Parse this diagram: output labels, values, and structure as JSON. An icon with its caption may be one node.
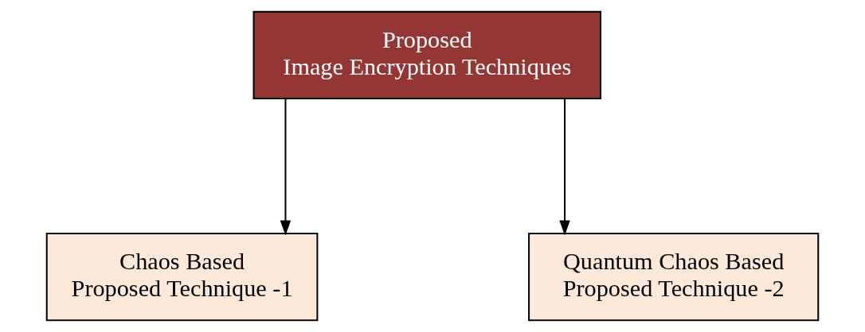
{
  "diagram": {
    "nodes": [
      {
        "text": [
          "Proposed",
          "Image Encryption Techniques"
        ]
      },
      {
        "text": [
          "Chaos Based",
          "Proposed Technique -1"
        ]
      },
      {
        "text": [
          "Quantum Chaos Based",
          "Proposed Technique -2"
        ]
      }
    ],
    "edges": [
      {
        "from": 0,
        "to": 1,
        "arrow": "to"
      },
      {
        "from": 0,
        "to": 2,
        "arrow": "to"
      }
    ]
  }
}
